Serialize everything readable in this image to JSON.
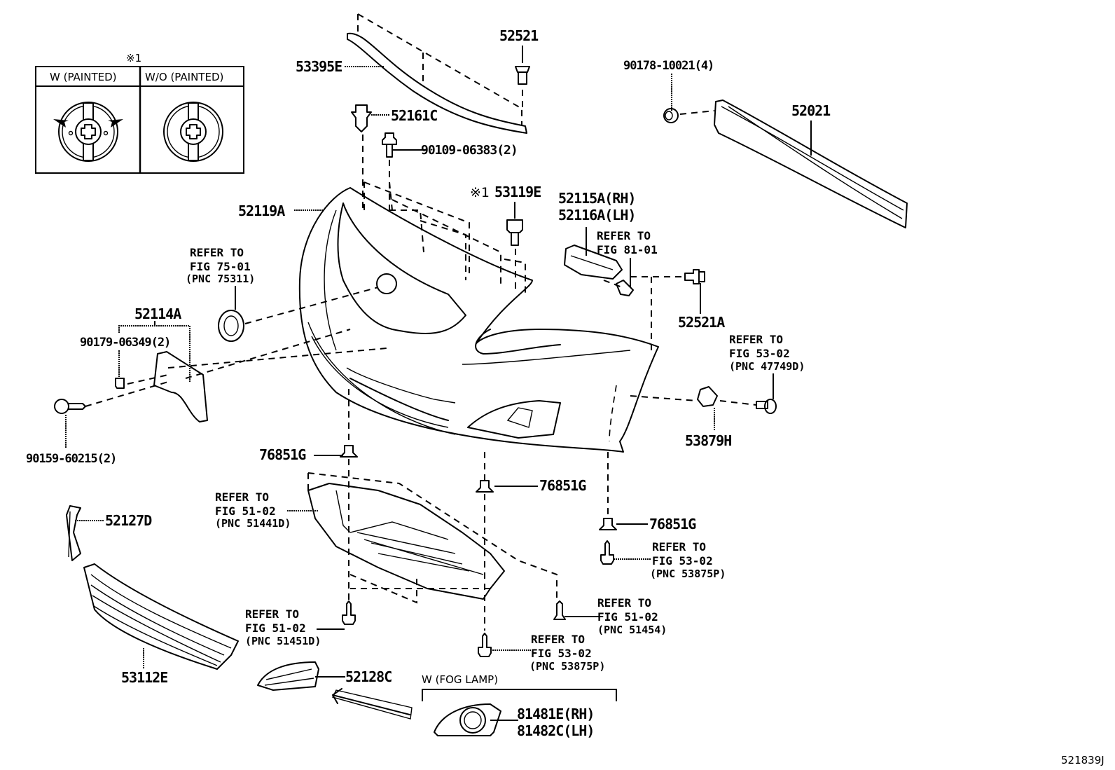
{
  "diagram": {
    "figure_id": "521839J",
    "note_box": {
      "marker": "※1",
      "col_left": "W (PAINTED)",
      "col_right": "W/O (PAINTED)"
    },
    "parts": {
      "p53395E": "53395E",
      "p52521": "52521",
      "p52161C": "52161C",
      "p90109": "90109-06383(2)",
      "p90178": "90178-10021(4)",
      "p52021": "52021",
      "p53119E_marker": "※1",
      "p53119E": "53119E",
      "p52115A": "52115A(RH)",
      "p52116A": "52116A(LH)",
      "p52119A": "52119A",
      "p52521A": "52521A",
      "p52114A": "52114A",
      "p90179": "90179-06349(2)",
      "p90159": "90159-60215(2)",
      "p53879H": "53879H",
      "p76851G_a": "76851G",
      "p76851G_b": "76851G",
      "p76851G_c": "76851G",
      "p52127D": "52127D",
      "p53112E": "53112E",
      "p52128C": "52128C",
      "p81481E": "81481E(RH)",
      "p81482C": "81482C(LH)"
    },
    "refs": {
      "r8101": {
        "l1": "REFER TO",
        "l2": "FIG 81-01"
      },
      "r7501": {
        "l1": "REFER TO",
        "l2": "FIG 75-01",
        "l3": "(PNC 75311)"
      },
      "r5302a": {
        "l1": "REFER TO",
        "l2": "FIG 53-02",
        "l3": "(PNC 47749D)"
      },
      "r5102a": {
        "l1": "REFER TO",
        "l2": "FIG 51-02",
        "l3": "(PNC 51441D)"
      },
      "r5302b": {
        "l1": "REFER TO",
        "l2": "FIG 53-02",
        "l3": "(PNC 53875P)"
      },
      "r5102b": {
        "l1": "REFER TO",
        "l2": "FIG 51-02",
        "l3": "(PNC 51451D)"
      },
      "r5102c": {
        "l1": "REFER TO",
        "l2": "FIG 51-02",
        "l3": "(PNC 51454)"
      },
      "r5302c": {
        "l1": "REFER TO",
        "l2": "FIG 53-02",
        "l3": "(PNC 53875P)"
      }
    },
    "fog_lamp_group": "W (FOG LAMP)"
  }
}
